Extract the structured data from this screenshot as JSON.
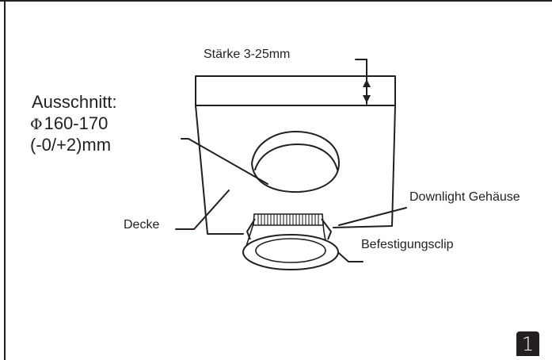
{
  "labels": {
    "thickness": "Stärke 3-25mm",
    "cutout_title": "Ausschnitt:",
    "cutout_symbol": "Φ",
    "cutout_diameter": "160-170",
    "cutout_tolerance": "(-0/+2)mm",
    "ceiling": "Decke",
    "housing": "Downlight Gehäuse",
    "clip": "Befestigungsclip"
  },
  "page_number": "1",
  "colors": {
    "line": "#231f20",
    "background": "#ffffff",
    "badge": "#231f20",
    "badge_text": "#ffffff"
  }
}
